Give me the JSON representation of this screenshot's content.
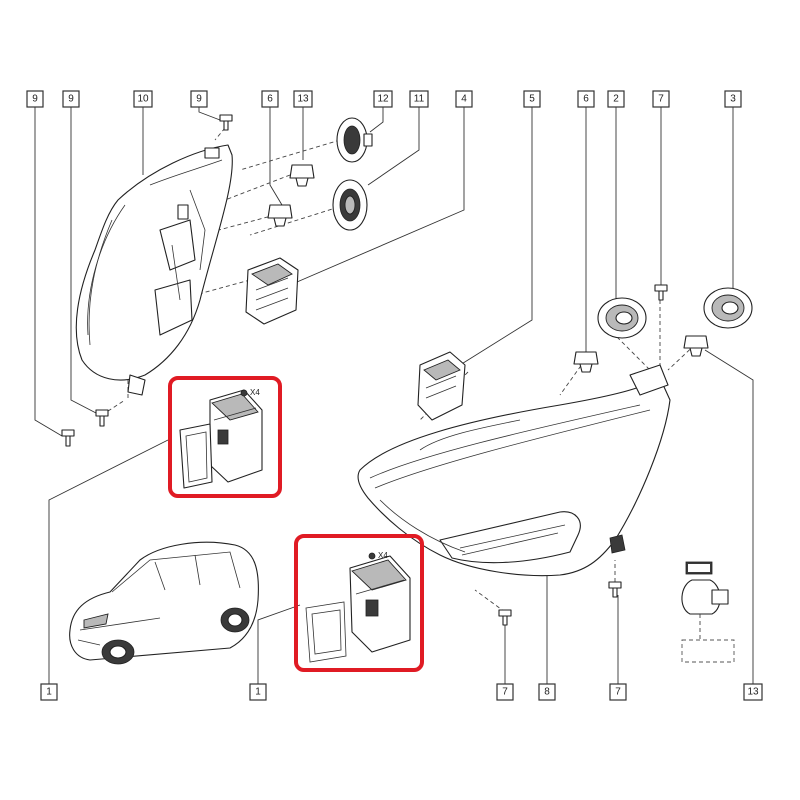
{
  "callouts_top": [
    "9",
    "9",
    "10",
    "9",
    "6",
    "13",
    "12",
    "11",
    "4",
    "5",
    "6",
    "2",
    "7",
    "3"
  ],
  "callouts_bottom": [
    "1",
    "1",
    "7",
    "8",
    "7",
    "13"
  ],
  "ballast_quantity_left": "X4",
  "ballast_quantity_right": "X4",
  "highlight_color": "#e01b24"
}
